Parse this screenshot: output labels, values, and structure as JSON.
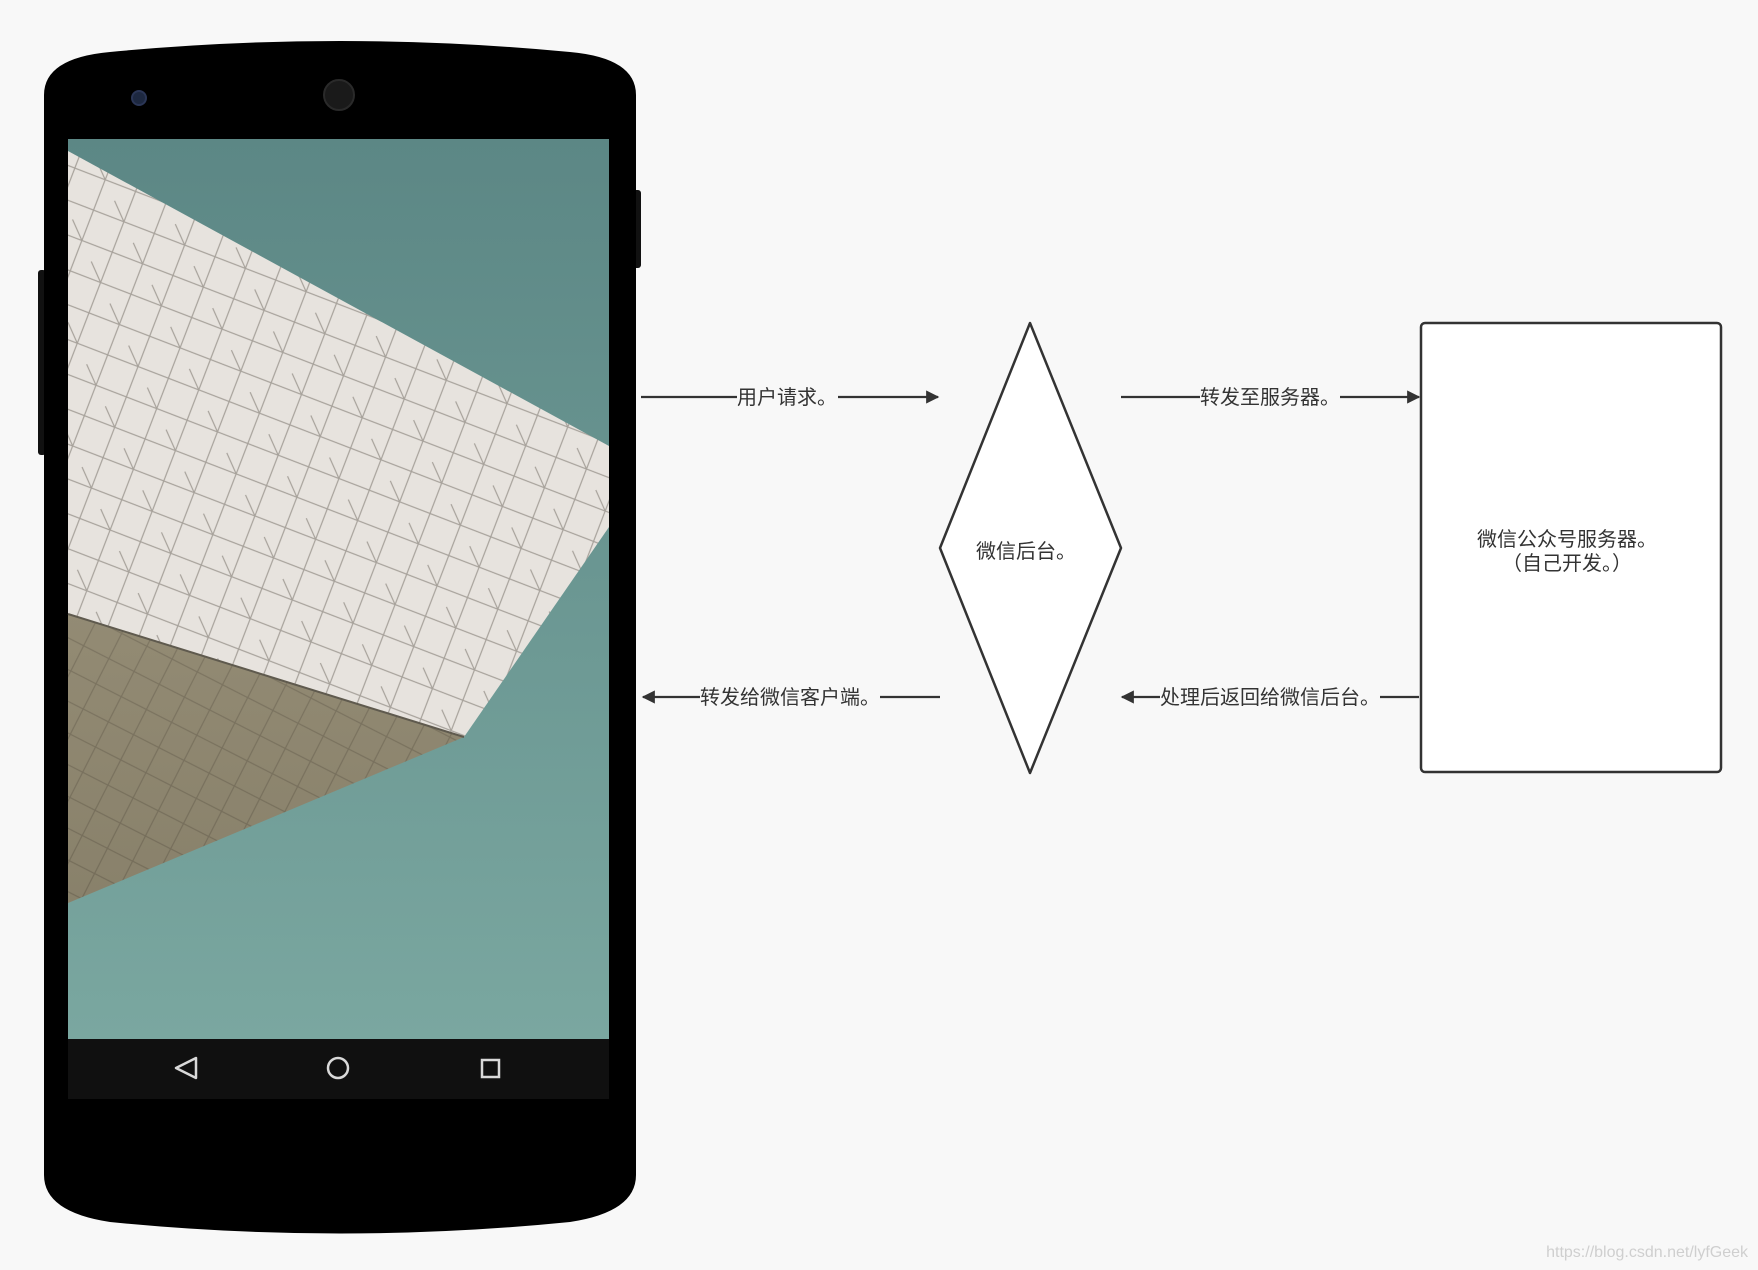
{
  "diagram": {
    "phone": {
      "nav_icons": [
        "back-triangle-icon",
        "home-circle-icon",
        "recents-square-icon"
      ]
    },
    "nodes": {
      "wechat_backend": {
        "label": "微信后台。"
      },
      "official_account_server": {
        "label_line1": "微信公众号服务器。",
        "label_line2": "（自己开发。）"
      }
    },
    "edges": {
      "user_request": {
        "label": "用户请求。"
      },
      "forward_to_server": {
        "label": "转发至服务器。"
      },
      "forward_to_client": {
        "label": "转发给微信客户端。"
      },
      "return_to_backend": {
        "label": "处理后返回给微信后台。"
      }
    },
    "colors": {
      "background": "#f8f8f8",
      "phone_body": "#000000",
      "screen_sky": "#6a9a96",
      "stroke": "#333333"
    }
  },
  "watermark": "https://blog.csdn.net/lyfGeek"
}
